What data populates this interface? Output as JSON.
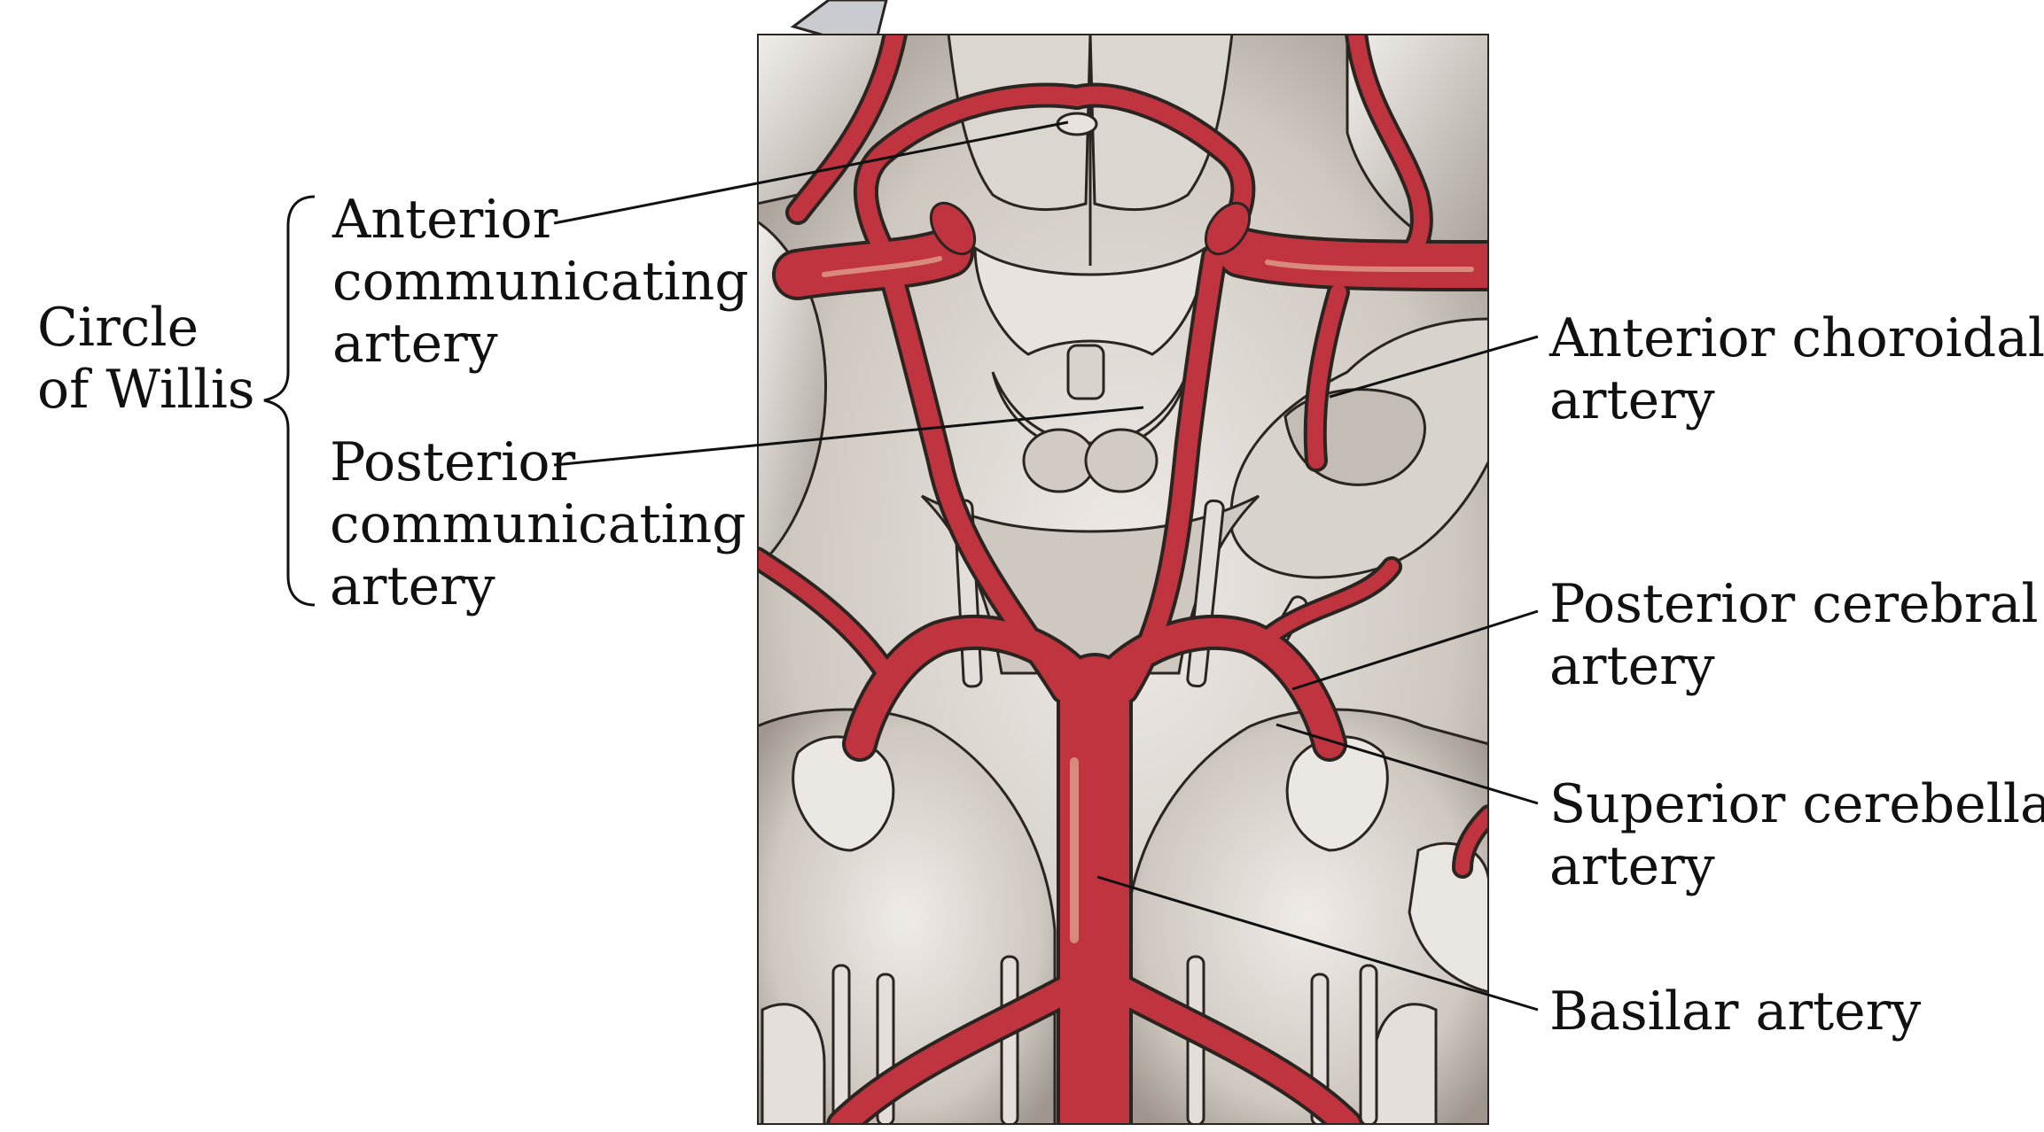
{
  "labels": {
    "circle_line1": "Circle",
    "circle_line2": "of Willis",
    "anterior_comm_1": "Anterior",
    "anterior_comm_2": "communicating",
    "anterior_comm_3": "artery",
    "posterior_comm_1": "Posterior",
    "posterior_comm_2": "communicating",
    "posterior_comm_3": "artery",
    "anterior_choroidal_1": "Anterior choroidal",
    "anterior_choroidal_2": "artery",
    "posterior_cerebral_1": "Posterior cerebral",
    "posterior_cerebral_2": "artery",
    "superior_cerebellar_1": "Superior cerebellar",
    "superior_cerebellar_2": "artery",
    "basilar": "Basilar artery"
  },
  "colors": {
    "artery": "#c0343f",
    "artery_highlight": "#d98a7c",
    "brain_tissue": "#c9c2bc",
    "brain_light": "#e6e1dc",
    "brain_shadow": "#8f8780",
    "outline": "#2b2522"
  }
}
